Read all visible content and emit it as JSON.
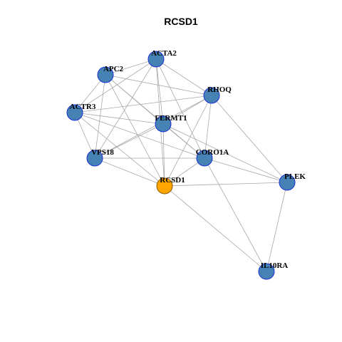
{
  "title": "RCSD1",
  "colors": {
    "node": "#4682b4",
    "center": "#ffa500",
    "node_border": "#1a2fd6",
    "center_border": "#8a5a00",
    "edge": "#a8a8a8"
  },
  "nodes": [
    {
      "id": "ACTA2",
      "label": "ACTA2",
      "center": false
    },
    {
      "id": "APC2",
      "label": "APC2",
      "center": false
    },
    {
      "id": "RHOQ",
      "label": "RHOQ",
      "center": false
    },
    {
      "id": "ACTR3",
      "label": "ACTR3",
      "center": false
    },
    {
      "id": "FERMT1",
      "label": "FERMT1",
      "center": false
    },
    {
      "id": "VPS18",
      "label": "VPS18",
      "center": false
    },
    {
      "id": "CORO1A",
      "label": "CORO1A",
      "center": false
    },
    {
      "id": "RCSD1",
      "label": "RCSD1",
      "center": true
    },
    {
      "id": "PLEK",
      "label": "PLEK",
      "center": false
    },
    {
      "id": "IL10RA",
      "label": "IL10RA",
      "center": false
    }
  ],
  "edges": [
    [
      "ACTA2",
      "APC2"
    ],
    [
      "ACTA2",
      "ACTR3"
    ],
    [
      "ACTA2",
      "RHOQ"
    ],
    [
      "ACTA2",
      "FERMT1"
    ],
    [
      "ACTA2",
      "VPS18"
    ],
    [
      "ACTA2",
      "CORO1A"
    ],
    [
      "ACTA2",
      "RCSD1"
    ],
    [
      "APC2",
      "ACTR3"
    ],
    [
      "APC2",
      "RHOQ"
    ],
    [
      "APC2",
      "FERMT1"
    ],
    [
      "APC2",
      "VPS18"
    ],
    [
      "APC2",
      "CORO1A"
    ],
    [
      "APC2",
      "RCSD1"
    ],
    [
      "RHOQ",
      "ACTR3"
    ],
    [
      "RHOQ",
      "FERMT1"
    ],
    [
      "RHOQ",
      "VPS18"
    ],
    [
      "RHOQ",
      "CORO1A"
    ],
    [
      "RHOQ",
      "RCSD1"
    ],
    [
      "RHOQ",
      "PLEK"
    ],
    [
      "ACTR3",
      "FERMT1"
    ],
    [
      "ACTR3",
      "VPS18"
    ],
    [
      "ACTR3",
      "CORO1A"
    ],
    [
      "ACTR3",
      "RCSD1"
    ],
    [
      "FERMT1",
      "VPS18"
    ],
    [
      "FERMT1",
      "CORO1A"
    ],
    [
      "FERMT1",
      "RCSD1"
    ],
    [
      "FERMT1",
      "PLEK"
    ],
    [
      "VPS18",
      "CORO1A"
    ],
    [
      "VPS18",
      "RCSD1"
    ],
    [
      "CORO1A",
      "RCSD1"
    ],
    [
      "CORO1A",
      "PLEK"
    ],
    [
      "CORO1A",
      "IL10RA"
    ],
    [
      "RCSD1",
      "PLEK"
    ],
    [
      "RCSD1",
      "IL10RA"
    ],
    [
      "PLEK",
      "IL10RA"
    ]
  ]
}
